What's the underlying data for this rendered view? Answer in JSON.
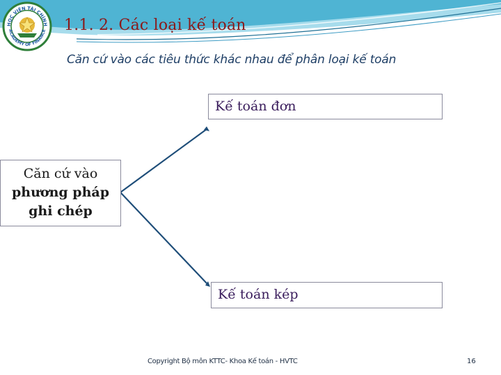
{
  "slide": {
    "title": "1.1. 2. Các loại kế toán",
    "subtitle": "Căn cứ vào các tiêu thức khác nhau để phân loại kế toán"
  },
  "logo": {
    "text_top": "HỌC VIỆN TÀI CHÍNH",
    "text_bottom": "ACADEMY OF FINANCE"
  },
  "diagram": {
    "root": {
      "line1": "Căn cứ vào",
      "line2": "phương pháp",
      "line3": "ghi chép"
    },
    "branches": [
      {
        "label": "Kế toán đơn"
      },
      {
        "label": "Kế toán kép"
      }
    ]
  },
  "footer": {
    "copyright": "Copyright Bộ môn KTTC- Khoa Kế toán - HVTC",
    "page_number": "16"
  },
  "colors": {
    "title": "#8b1a1a",
    "subtitle": "#1f3f66",
    "connector": "#1f4e79",
    "header_wave": "#2aa3c9",
    "logo_ring": "#2f7f3a",
    "logo_center": "#e6b93a"
  }
}
